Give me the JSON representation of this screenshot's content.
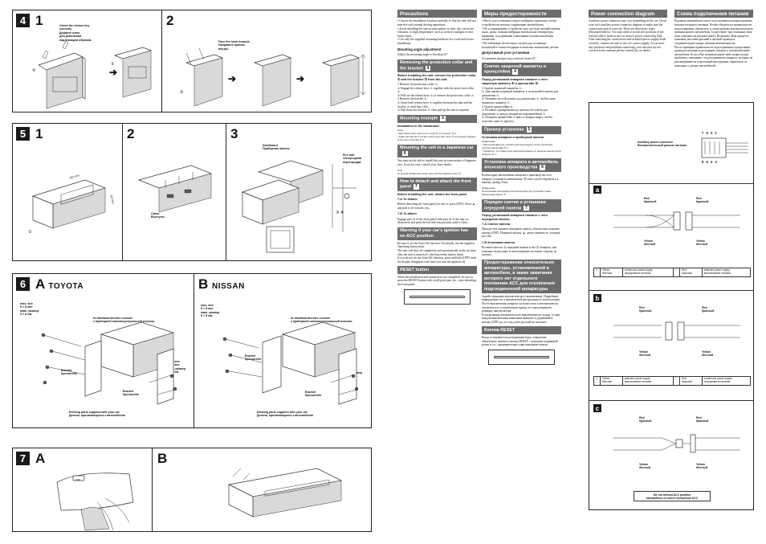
{
  "panels": {
    "s4": {
      "num": "4",
      "c1": {
        "sub": "1",
        "note": "Orient the release key\ncorrectly.\nДержите ключ\nдля демонтажа\nнадлежащим образом."
      },
      "c2": {
        "sub": "2",
        "note": "Face the hook inwards.\nНаправьте крючок\nвнутрь."
      }
    },
    "s5": {
      "num": "5",
      "c1": {
        "sub": "1",
        "dim1": "182 mm",
        "dim2": "53 mm"
      },
      "c2": {
        "sub": "2",
        "claws": "Claws\nВыступы"
      },
      "c3": {
        "sub": "3",
        "dash": "Dashboard\nПриборная панель",
        "fire": "Fire wall\nОгнеупорная перегородка"
      }
    },
    "s6": {
      "num": "6",
      "A": {
        "letter": "A",
        "brand": "TOYOTA",
        "screw": "max. size\n5 × 8 mm\nмакс. размер\n5 × 8 мм",
        "console": "to dashboard/centre console\nк приборной панели/центральной консоли",
        "bracket": "Bracket\nКронштейн",
        "screw2": "max. size\n5 × 8 mm\nмакс. размер\n5 × 8 мм",
        "bracket2": "Bracket\nКронштейн",
        "supplied": "Existing parts supplied with your car\nДетали, прилагающиеся к автомобилю"
      },
      "B": {
        "letter": "B",
        "brand": "NISSAN",
        "screw": "max. size\n5 × 8 mm\nмакс. размер\n5 × 8 мм",
        "console": "to dashboard/centre console\nк приборной панели/центральной консоли",
        "bracket": "Bracket\nКронштейн",
        "screw2": "max. size\n5 × 8 mm\nмакс. размер\n5 × 8 мм",
        "bracket2": "Bracket\nКронштейн",
        "supplied": "Existing parts supplied with your car\nДетали, прилагающиеся к автомобилю"
      }
    },
    "s7": {
      "num": "7",
      "A": "A",
      "B": "B",
      "off": "OFF"
    }
  },
  "col_en": {
    "precautions_title": "Precautions",
    "precautions_text": "• Choose the installation location carefully so that the unit will not interfere with normal driving operations.\n• Avoid installing the unit in areas subject to dust, dirt, excessive vibration, or high temperature, such as in direct sunlight or near heater ducts.\n• Use only the supplied mounting hardware for a safe and secure installation.",
    "angle_title": "Mounting angle adjustment",
    "angle_text": "Adjust the mounting angle to less than 45°.",
    "remove_title": "Removing the protection collar and the bracket",
    "remove_ref": "4",
    "remove_intro": "Before installing the unit, remove the protection collar ① and the bracket ② from the unit.",
    "remove_steps": "1  Remove the protection collar ①.\n   ① Engage the release keys ⑤ together with the protection collar ①.\n   ② Pull out the release keys ⑤ to remove the protection collar ①.\n2  Remove the bracket ②.\n   ① Insert both release keys ⑤ together between the unit and the bracket ② until they click.\n   ② Pull down the bracket ②, then pull up the unit to separate.",
    "example_title": "Mounting example",
    "example_ref": "5",
    "example_sub": "Installation in the dashboard",
    "example_notes": "Notes\n• Bend these claws outward for a tight fit, if necessary ⑤-2.\n• Make sure that the 4 catches on the protection collar ① are properly engaged in the slots of the unit ⑤-3.",
    "japanese_title": "Mounting the unit in a Japanese car",
    "japanese_ref": "6",
    "japanese_text": "You may not be able to install this unit in some makes of Japanese cars. In such a case, consult your Sony dealer.",
    "japanese_note": "Note\nTo prevent malfunction, install only with the supplied screws ③.",
    "detach_title": "How to detach and attach the front panel",
    "detach_ref": "7",
    "detach_intro": "Before installing the unit, detach the front panel.",
    "detach_a_title": "7-A To detach",
    "detach_a_text": "Before detaching the front panel, be sure to press (OFF). Press ▲, and pull it off towards you.",
    "attach_b_title": "7-B To attach",
    "attach_b_text": "Engage part Ⓐ of the front panel with part Ⓑ of the unit, as illustrated, and push the left side into position until it clicks.",
    "warning_title": "Warning if your car's ignition has no ACC position",
    "warning_text": "Be sure to set the Auto Off function. For details, see the supplied Operating Instructions.\nThe unit will shut off completely and automatically in the set time after the unit is turned off, which prevents battery drain.\nIf you do not set the Auto Off function, press and hold (OFF) until the display disappears each time you turn the ignition off.",
    "reset_title": "RESET button",
    "reset_text": "When the installation and connections are completed, be sure to press the RESET button with a ball-point pen, etc., after detaching the front panel."
  },
  "col_ru": {
    "precautions_title": "Меры предосторожности",
    "precautions_text": "• Место для установки следует выбирать тщательно, чтобы устройство не мешало управлению автомобилем.\n• Не устанавливайте устройство там, где будет воздействовать пыль, грязь, сильная вибрация или высокая температура, например, под прямыми солнечными лучами или вблизи отопителя.\n• Во избежание несчастных случаев для установки используйте только входящие в комплект монтажные детали.",
    "angle_title": "Допустимый угол установки",
    "angle_text": "Установите аппарат под углом не более 45°.",
    "remove_title": "Снятие защитной манжеты и кронштейна",
    "remove_ref": "4",
    "remove_intro": "Перед установкой аппарата снимите с него защитную манжету ① и кронштейн ②.",
    "remove_steps": "1  Снятие защитной манжеты ①.\n   ① Для снятия защитной манжеты ① используйте ключи для демонтажа ⑤.\n   ② Потяните на себя ключи для демонтажа ⑤, чтобы снять защитную манжету ①.\n2  Снятие кронштейна ②.\n   ① Вставьте одновременно до щелчка оба ключа для демонтажа ⑤ между аппаратом и кронштейном ②.\n   ② Потяните кронштейн ② вниз, а аппарат вверх, чтобы отделить одно от другого.",
    "example_title": "Пример установки",
    "example_ref": "5",
    "example_sub": "Установка аппарата в приборной панели",
    "example_notes": "Примечания\n• При необходимости отогните выступы наружу, чтобы обеспечить плотное прилегание ⑤-2.\n• Убедитесь, что 4 фиксатора защитной манжеты ① надежно вошли в пазы аппарата ⑤-3.",
    "japanese_title": "Установка аппарата в автомобиль японского производства",
    "japanese_ref": "6",
    "japanese_text": "В некоторых автомобилях японского производства этот аппарат установить невозможно. В этом случае обратитесь к вашему дилеру Sony.",
    "japanese_note": "Примечание\nВо избежание неисправностей используйте для установки только прилагаемые винты ③.",
    "detach_title": "Порядок снятия и установки передней панели",
    "detach_ref": "7",
    "detach_intro": "Перед установкой аппарата снимите с него переднюю панель.",
    "detach_a_title": "7-A Снятие панели",
    "detach_a_text": "Прежде чем снимать переднюю панель, обязательно нажмите кнопку (OFF). Нажмите кнопку ▲, затем снимите ее, потянув на себя.",
    "attach_b_title": "7-B Установка панели",
    "attach_b_text": "Вставьте выступ Ⓐ передней панели в паз Ⓑ аппарата, как показано на рисунке, и затем нажмите на левую сторону до щелчка.",
    "warning_title": "Предостережение относительно аппаратуры, установленной в автомобиле, в замке зажигания которого нет отдельного положения ACC для отключения подсоединенной аппаратуры",
    "warning_text": "Задайте функцию автоматического выключения. Подробную информацию см. в прилагаемой инструкции по эксплуатации.\nПосле выключения аппарата он полностью и автоматически отключится в установленное время, что предотвращает разрядку аккумулятора.\nЕсли функция автоматического выключения не задана, то при каждом выключении зажигания нажмите и удерживайте кнопку (OFF) до тех пор, пока дисплей не погаснет.",
    "reset_title": "Кнопка RESET",
    "reset_text": "Когда установка и подсоединения будут закончены, обязательно нажмите кнопку RESET с помощью шариковой ручки и т.п., предварительно сняв переднюю панель."
  },
  "col_conn": {
    "en_title": "Power connection diagram",
    "en_text": "Auxiliary power connector may vary depending on the car. Check your car's auxiliary power connector diagram to make sure the connections match correctly. There are three basic types (illustrated below). You may need to switch the positions of the red and yellow leads in the car stereo's power connecting lead.\nAfter matching the connections and switched power supply leads correctly, connect the unit to the car's power supply. If you have any questions and problems connecting your unit that are not covered in this manual, please consult the car dealer.",
    "ru_title": "Схема подключения питания",
    "ru_text": "В разных автомобилях могут использоваться разные разъемы вспомогательного питания. Чтобы убедиться в правильности подсоединения, обратитесь к схеме разъема вспомогательного питания вашего автомобиля. Существуют три основных типа (они показаны на рисунке ниже). Возможно, Вам придется поменять местами красный и желтый провода в соединительном шнуре питания автомагнитолы.\nПосле проверки правильности подсоединения и раздельных проводов питания подсоедините аппарат к электропитанию автомобиля. Если у Вас возникли какие-либо вопросы или проблемы, связанные с подсоединением аппарата, которые не рассматриваются в настоящей инструкции, обратитесь за помощью к дилеру автомобилей."
  },
  "conn": {
    "connector": "Auxiliary power connector\nВспомогательный разъем питания",
    "pins_top": "7 5 3 1",
    "pins_bot": "8 6 4 2",
    "a": {
      "letter": "a",
      "red": "Red\nКрасный",
      "red2": "Red\nКрасный",
      "yellow": "Yellow\nЖелтый",
      "yellow2": "Yellow\nЖелтый",
      "row": [
        "4",
        "Yellow\nЖелтый",
        "continuous power supply\nнепрерывное питание",
        "7",
        "Red\nКрасный",
        "switched power supply\nвыключаемое питание"
      ]
    },
    "b": {
      "letter": "b",
      "red": "Red\nКрасный",
      "red2": "Red\nКрасный",
      "yellow": "Yellow\nЖелтый",
      "yellow2": "Yellow\nЖелтый",
      "row": [
        "4",
        "Yellow\nЖелтый",
        "switched power supply\nвыключаемое питание",
        "7",
        "Red\nКрасный",
        "continuous power supply\nнепрерывное питание"
      ]
    },
    "c": {
      "letter": "c",
      "red": "Red\nКрасный",
      "red2": "Red\nКрасный",
      "yellow": "Yellow\nЖелтый",
      "yellow2": "Yellow\nЖелтый",
      "warn": "the car without ACC position\nавтомобиль не имеет положения ACC"
    }
  }
}
